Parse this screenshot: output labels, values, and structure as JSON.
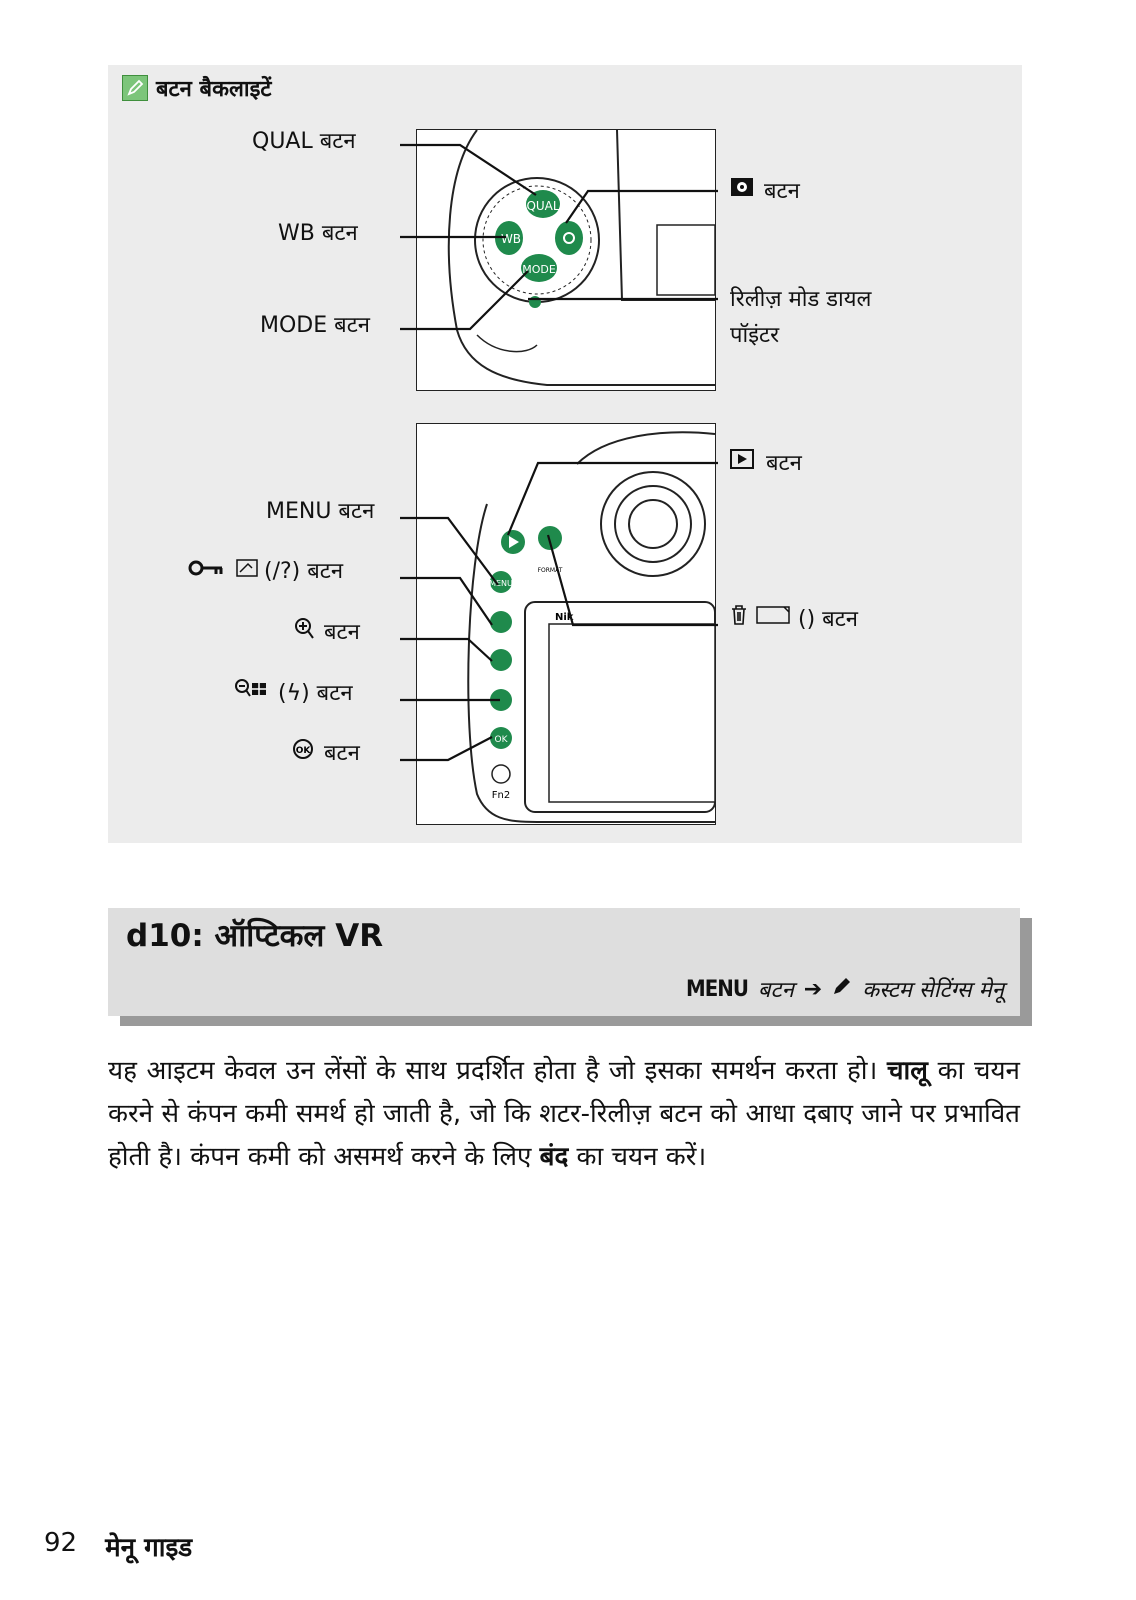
{
  "note": {
    "title": "बटन बैकलाइटें",
    "icon": "pencil-icon",
    "fig1_labels": {
      "qual": "QUAL बटन",
      "wb": "WB बटन",
      "mode": "MODE बटन",
      "metering": "बटन",
      "release_dial": "रिलीज़ मोड डायल",
      "release_dial_2": "पॉइंटर"
    },
    "fig1_camera_labels": {
      "qual": "QUAL",
      "wb": "WB",
      "mode": "MODE"
    },
    "fig2_labels": {
      "menu": "MENU बटन",
      "lock": "(/?) बटन",
      "zoom_in": "बटन",
      "zoom_out": "(ϟ) बटन",
      "ok": "बटन",
      "playback": "बटन",
      "delete": "() बटन"
    },
    "fig2_camera_labels": {
      "menu": "MENU",
      "ok": "OK",
      "fn2": "Fn2",
      "format": "FORMAT",
      "nikon": "Nik"
    }
  },
  "section": {
    "title": "d10: ऑप्टिकल VR",
    "crumb_menu": "MENU",
    "crumb_button": "बटन",
    "crumb_arrow": "➔",
    "crumb_target": "कस्टम सेटिंग्स मेनू"
  },
  "body": {
    "p1": "यह आइटम केवल उन लेंसों के साथ प्रदर्शित होता है जो इसका समर्थन करता हो।",
    "on": "चालू",
    "p2": "का चयन करने से कंपन कमी समर्थ हो जाती है, जो कि शटर-रिलीज़ बटन को आधा दबाए जाने पर प्रभावित होती है। कंपन कमी को असमर्थ करने के लिए",
    "off": "बंद",
    "p3": "का चयन करें।"
  },
  "footer": {
    "page": "92",
    "label": "मेनू गाइड"
  },
  "colors": {
    "accent_green": "#1f8a4c",
    "note_bg": "#ececec",
    "section_bg": "#dedede"
  }
}
